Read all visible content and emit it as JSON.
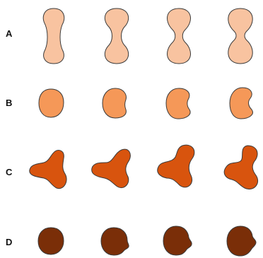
{
  "rows": [
    {
      "label": "A",
      "color": "#f8c3a0",
      "shapes": [
        "elongated-rod-1",
        "elongated-rod-2",
        "elongated-rod-3",
        "elongated-rod-4"
      ]
    },
    {
      "label": "B",
      "color": "#f59858",
      "shapes": [
        "oval-1",
        "oval-2",
        "oval-3",
        "oval-4"
      ]
    },
    {
      "label": "C",
      "color": "#d8540e",
      "shapes": [
        "triangular-blob-1",
        "triangular-blob-2",
        "triangular-blob-3",
        "triangular-blob-4"
      ]
    },
    {
      "label": "D",
      "color": "#7a2e08",
      "shapes": [
        "round-blob-1",
        "round-blob-2",
        "round-blob-3",
        "round-blob-4"
      ]
    }
  ]
}
